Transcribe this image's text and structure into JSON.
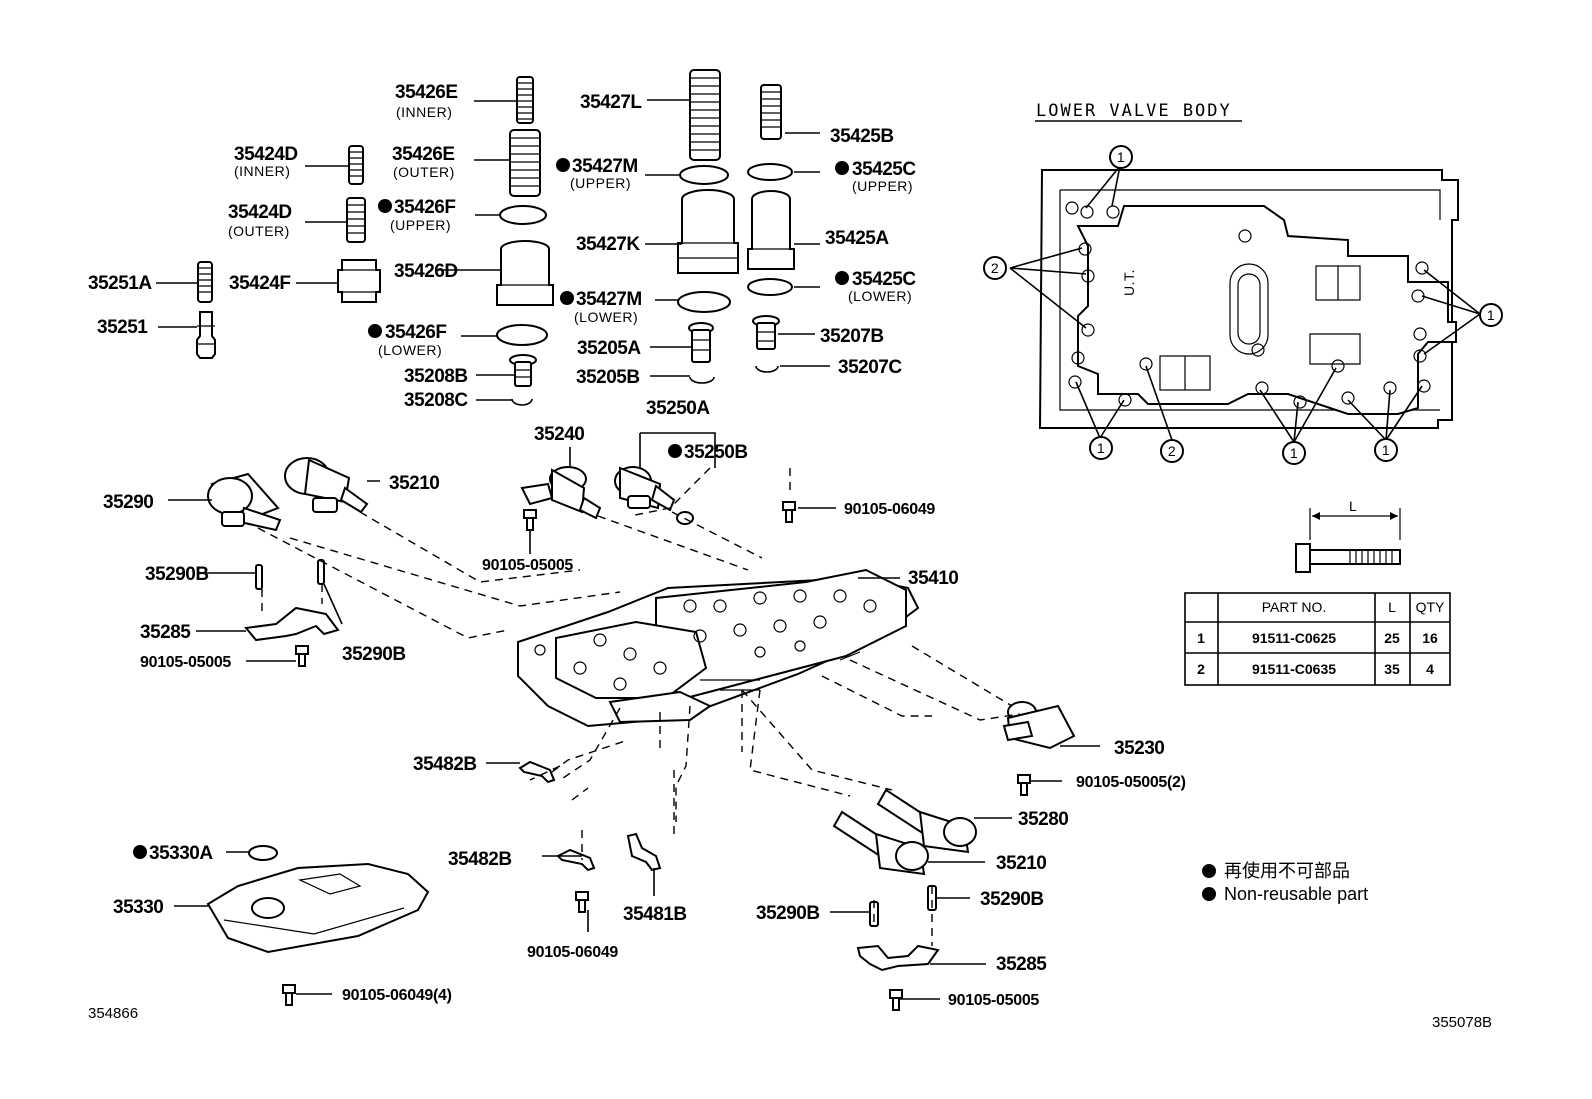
{
  "title": "LOWER VALVE BODY",
  "sheet_left": "354866",
  "sheet_right": "355078B",
  "labels": {
    "p35426E_inner": "35426E",
    "p35426E_inner_sub": "(INNER)",
    "p35427L": "35427L",
    "p35425B": "35425B",
    "p35424D_inner": "35424D",
    "p35424D_inner_sub": "(INNER)",
    "p35426E_outer": "35426E",
    "p35426E_outer_sub": "(OUTER)",
    "p35427M_upper": "35427M",
    "p35427M_upper_sub": "(UPPER)",
    "p35425C_upper": "35425C",
    "p35425C_upper_sub": "(UPPER)",
    "p35424D_outer": "35424D",
    "p35424D_outer_sub": "(OUTER)",
    "p35426F_upper": "35426F",
    "p35426F_upper_sub": "(UPPER)",
    "p35427K": "35427K",
    "p35425A": "35425A",
    "p35251A": "35251A",
    "p35424F": "35424F",
    "p35426D": "35426D",
    "p35425C_lower": "35425C",
    "p35425C_lower_sub": "(LOWER)",
    "p35427M_lower": "35427M",
    "p35427M_lower_sub": "(LOWER)",
    "p35251": "35251",
    "p35207B": "35207B",
    "p35426F_lower": "35426F",
    "p35426F_lower_sub": "(LOWER)",
    "p35205A": "35205A",
    "p35208B": "35208B",
    "p35205B": "35205B",
    "p35207C": "35207C",
    "p35208C": "35208C",
    "p35250A": "35250A",
    "p35240": "35240",
    "p35250B": "35250B",
    "p35290": "35290",
    "p35210_top": "35210",
    "p90105_06049_top": "90105-06049",
    "p90105_05005_mid": "90105-05005",
    "p35290B_left": "35290B",
    "p35410": "35410",
    "p35285_left": "35285",
    "p35290B_left2": "35290B",
    "p90105_05005_left": "90105-05005",
    "p35230": "35230",
    "p35482B_top": "35482B",
    "p90105_05005_2": "90105-05005(2)",
    "p35280": "35280",
    "p35330A": "35330A",
    "p35482B_bot": "35482B",
    "p35210_bot": "35210",
    "p35330": "35330",
    "p35481B": "35481B",
    "p35290B_bot1": "35290B",
    "p35290B_bot2": "35290B",
    "p90105_06049_bot": "90105-06049",
    "p35285_bot": "35285",
    "p90105_06049_4": "90105-06049(4)",
    "p90105_05005_bot": "90105-05005"
  },
  "callouts": [
    "1",
    "2"
  ],
  "bolt_dim": "L",
  "table": {
    "headers": [
      "",
      "PART NO.",
      "L",
      "QTY"
    ],
    "rows": [
      [
        "1",
        "91511-C0625",
        "25",
        "16"
      ],
      [
        "2",
        "91511-C0635",
        "35",
        "4"
      ]
    ]
  },
  "legend": {
    "jp": "再使用不可部品",
    "en": "Non-reusable part"
  }
}
